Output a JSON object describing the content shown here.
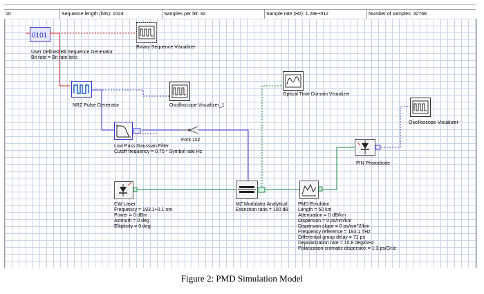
{
  "toolbar": {
    "cell0": "10",
    "sequence_length": "Sequence length (bits):  1024",
    "samples_per_bit": "Samples per bit:  32",
    "sample_rate": "Sample rate (Hz):  1.28e+012",
    "num_samples": "Number of samples:  32768"
  },
  "components": {
    "bit_seq_gen": {
      "icon_text": "0101",
      "line1": "User Defined Bit Sequence Generator",
      "line2": "Bit rate = Bit rate  bit/s"
    },
    "binary_vis": {
      "line1": "Binary Sequence Visualizer"
    },
    "nrz": {
      "line1": "NRZ Pulse Generator"
    },
    "osc1": {
      "line1": "Oscilloscope Visualizer_1"
    },
    "lpf": {
      "line1": "Low Pass Gaussian Filter",
      "line2": "Cutoff frequency = 0.75 * Symbol rate  Hz"
    },
    "fork": {
      "line1": "Fork 1x2"
    },
    "optical_td": {
      "line1": "Optical Time Domain Visualizer"
    },
    "osc2": {
      "line1": "Oscilloscope Visualizer"
    },
    "pin": {
      "line1": "PIN Photodiode"
    },
    "cw": {
      "line1": "CW Laser",
      "line2": "Frequency = 193.1+0.1  nm",
      "line3": "Power = 0  dBm",
      "line4": "Azimuth = 0  deg",
      "line5": "Ellipticity = 0  deg"
    },
    "mz": {
      "line1": "MZ Modulator Analytical",
      "line2": "Extinction ratio = 100  dB"
    },
    "pmd": {
      "line1": "PMD Emulator",
      "line2": "Length = 50  km",
      "line3": "Attenuation = 0  dB/km",
      "line4": "Dispersion = 0  ps/nm/km",
      "line5": "Dispersion slope = 0  ps/nm^2/km",
      "line6": "Frequency reference = 193.1  THz",
      "line7": "Differential group delay = 71  ps",
      "line8": "Depolarization rate = 10.8  deg/GHz",
      "line9": "Polarization cromatic dispersion = 1.3  ps/GHz"
    }
  },
  "caption": "Figure 2: PMD Simulation Model",
  "colors": {
    "electrical": "#3a3ad0",
    "optical": "#1d8a4a",
    "binary": "#cc2222",
    "grid": "#c9d3e6"
  }
}
